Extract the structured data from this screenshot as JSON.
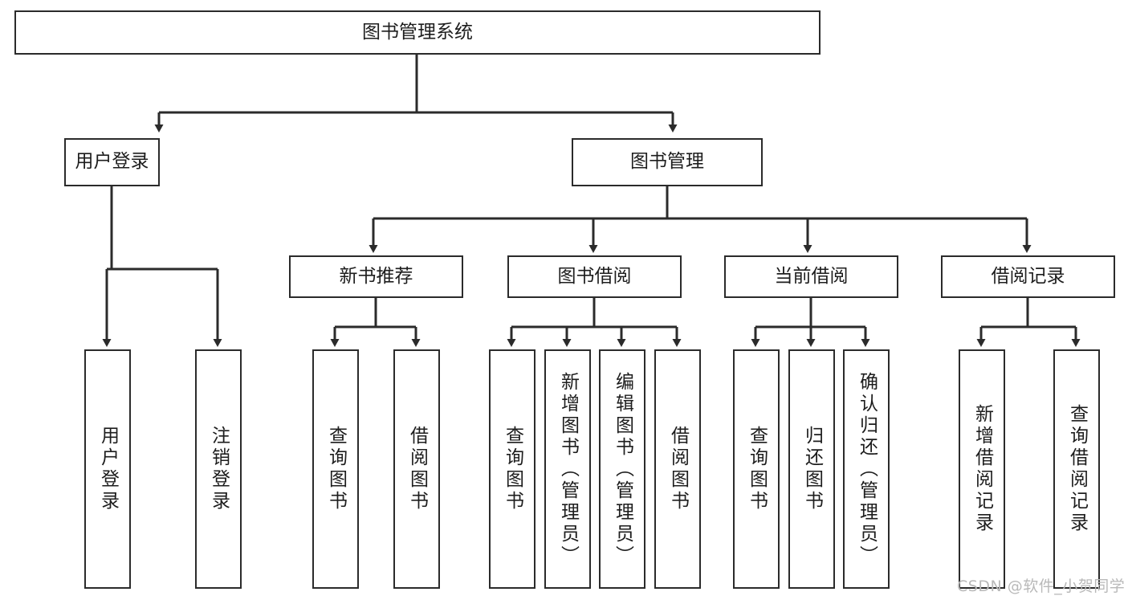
{
  "diagram": {
    "title": "图书管理系统",
    "type": "tree-hierarchy-diagram",
    "root": {
      "id": "root",
      "label": "图书管理系统"
    },
    "level1": [
      {
        "id": "user-login",
        "label": "用户登录"
      },
      {
        "id": "book-management",
        "label": "图书管理"
      }
    ],
    "level2": [
      {
        "id": "new-book-recommend",
        "label": "新书推荐",
        "parent": "book-management"
      },
      {
        "id": "book-borrow",
        "label": "图书借阅",
        "parent": "book-management"
      },
      {
        "id": "current-borrow",
        "label": "当前借阅",
        "parent": "book-management"
      },
      {
        "id": "borrow-record",
        "label": "借阅记录",
        "parent": "book-management"
      }
    ],
    "leaves": {
      "user_login": [
        {
          "id": "leaf-user-login",
          "label": "用户登录"
        },
        {
          "id": "leaf-logout-login",
          "label": "注销登录"
        }
      ],
      "new_book_recommend": [
        {
          "id": "leaf-query-book-1",
          "label": "查询图书"
        },
        {
          "id": "leaf-borrow-book-1",
          "label": "借阅图书"
        }
      ],
      "book_borrow": [
        {
          "id": "leaf-query-book-2",
          "label": "查询图书"
        },
        {
          "id": "leaf-add-book",
          "label": "新增图书（管理员）"
        },
        {
          "id": "leaf-edit-book",
          "label": "编辑图书（管理员）"
        },
        {
          "id": "leaf-borrow-book-2",
          "label": "借阅图书"
        }
      ],
      "current_borrow": [
        {
          "id": "leaf-query-book-3",
          "label": "查询图书"
        },
        {
          "id": "leaf-return-book",
          "label": "归还图书"
        },
        {
          "id": "leaf-confirm-return",
          "label": "确认归还（管理员）"
        }
      ],
      "borrow_record": [
        {
          "id": "leaf-add-record",
          "label": "新增借阅记录"
        },
        {
          "id": "leaf-query-record",
          "label": "查询借阅记录"
        }
      ]
    },
    "watermark": "CSDN @软件_小贺同学",
    "colors": {
      "border": "#2b2b2b",
      "text": "#1d1d1d",
      "background": "#ffffff",
      "watermark": "#b9b9b9"
    }
  }
}
